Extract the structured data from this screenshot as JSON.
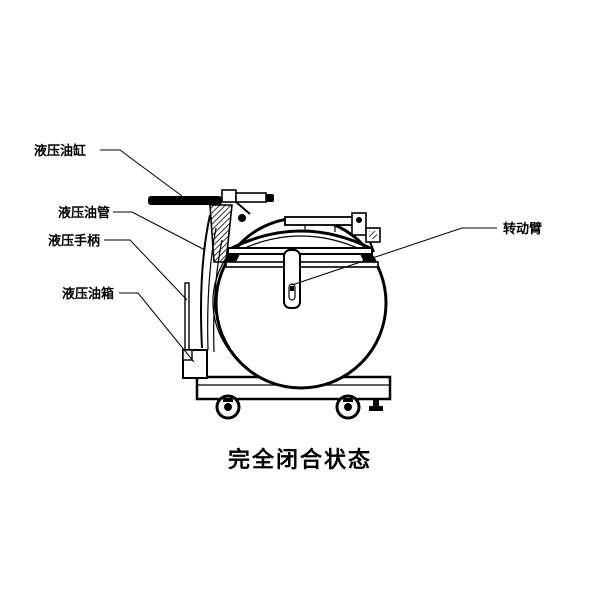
{
  "labels": {
    "hydraulic_cylinder": "液压油缸",
    "hydraulic_pipe": "液压油管",
    "hydraulic_handle": "液压手柄",
    "hydraulic_tank": "液压油箱",
    "rotating_arm": "转动臂"
  },
  "caption": "完全闭合状态",
  "colors": {
    "line": "#000000",
    "background": "#ffffff"
  }
}
